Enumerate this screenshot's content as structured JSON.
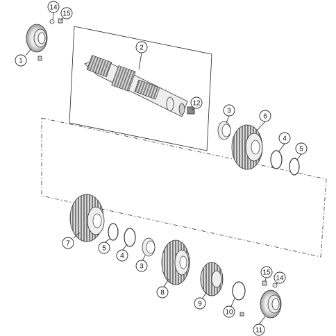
{
  "diagram": {
    "callouts": [
      "14",
      "15",
      "1",
      "2",
      "12",
      "3",
      "6",
      "4",
      "5",
      "7",
      "5",
      "4",
      "3",
      "8",
      "9",
      "10",
      "11",
      "15",
      "14"
    ]
  }
}
